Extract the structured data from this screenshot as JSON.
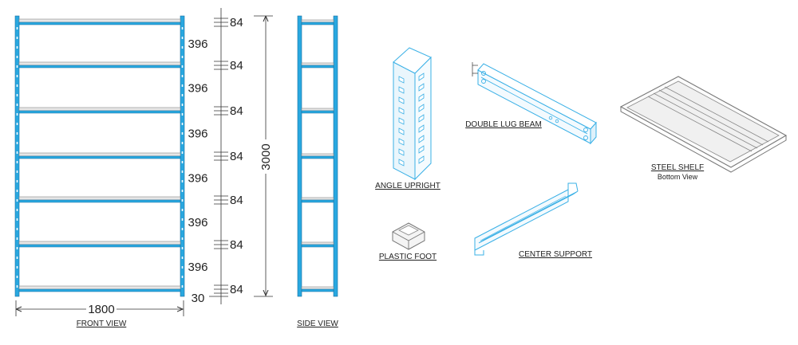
{
  "labels": {
    "front_view": "FRONT VIEW",
    "side_view": "SIDE VIEW",
    "angle_upright": "ANGLE UPRIGHT",
    "double_lug_beam": "DOUBLE LUG BEAM",
    "steel_shelf": "STEEL SHELF",
    "steel_shelf_sub": "Bottom View",
    "plastic_foot": "PLASTIC FOOT",
    "center_support": "CENTER SUPPORT"
  },
  "dimensions": {
    "width": "1800",
    "height": "3000",
    "bottom": "30",
    "spacing": [
      "396",
      "396",
      "396",
      "396",
      "396",
      "396"
    ],
    "beam": [
      "84",
      "84",
      "84",
      "84",
      "84",
      "84",
      "84"
    ]
  },
  "colors": {
    "upright": "#29a8e0",
    "line": "#333333",
    "part": "#3ab0e6"
  }
}
